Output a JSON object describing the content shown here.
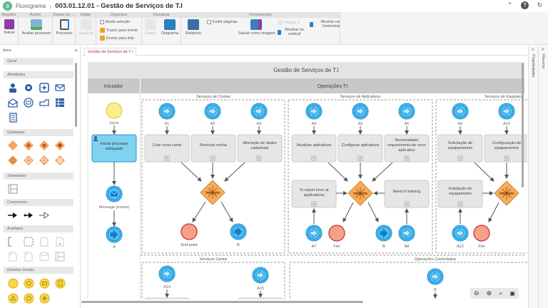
{
  "titlebar": {
    "app_name": "Fluxograma",
    "separator": "›",
    "document_title": "003.01.12.01 - Gestão de Serviços de T.I",
    "icons": [
      "collapse-up-icon",
      "help-icon",
      "refresh-icon"
    ]
  },
  "ribbon": {
    "groups": [
      {
        "label": "Registro"
      },
      {
        "label": "Ações"
      },
      {
        "label": "Dados do ..."
      },
      {
        "label": "Editar"
      },
      {
        "label": "Organizar"
      },
      {
        "label": "Visualizar"
      },
      {
        "label": "Ferramentas"
      }
    ],
    "buttons": {
      "salvar": "Salvar",
      "avaliar": "Avaliar processo",
      "processo": "Processo",
      "duplicar": "Duplicar",
      "modo_selecao": "Modo seleção",
      "trazer_frente": "Trazer para frente",
      "enviar_tras": "Enviar para trás",
      "dados": "Dados",
      "diagrama": "Diagrama",
      "relatorio": "Relatório",
      "exibir_paginas": "Exibir páginas",
      "salvar_imagem": "Salvar como imagem",
      "pagina": "Página",
      "mostrar_vertical": "Mostrar na vertical",
      "mostrar_horizontal": "Mostrar na horizontal"
    }
  },
  "left_panel": {
    "title": "Itens",
    "collapse": "«",
    "sections": {
      "geral": "Geral",
      "atividades": "Atividades",
      "gateways": "Gateways",
      "swimlanes": "Swimlanes",
      "conectores": "Conectores",
      "artefatos": "Artefatos",
      "eventos_iniciais": "Eventos iniciais"
    }
  },
  "tab": {
    "label": "Gestão de Serviços de T.I"
  },
  "right_panels": [
    {
      "label": "Propriedades",
      "collapse": "«"
    },
    {
      "label": "Resumo",
      "collapse": "«"
    }
  ],
  "diagram": {
    "pool_title": "Gestão de Serviços de T.I",
    "lanes": {
      "iniciador": "Iniciador",
      "operacoes": "Operações TI"
    },
    "groups": {
      "contas": "Serviços de Contas",
      "aplicativos": "Serviços de Aplicativos",
      "equipamentos": "Serviços de Equipam",
      "gerais": "Serviços Gerais",
      "controladas": "Operações Controladas"
    },
    "iniciador": {
      "start": "Início",
      "task": "Iniciar processo adequado",
      "message": "Message (enviar)",
      "link": "A"
    },
    "contas": {
      "links": [
        "A1",
        "A2",
        "A3"
      ],
      "tasks": [
        "Criar nova conta",
        "Reiniciar senha",
        "Alteração de dados cadastrais"
      ],
      "gateway": "Validação",
      "end": "End point",
      "out": "B"
    },
    "aplicativos": {
      "links": [
        "A4",
        "A5",
        "A6"
      ],
      "tasks": [
        "Atualizar aplicativos",
        "Configurar aplicativos",
        "Necessidade/ requerimento de novo aplicativo"
      ],
      "side_tasks": [
        "To report error at applications",
        "Need of training"
      ],
      "gateway": "Validação",
      "end": "Fim",
      "out": "B",
      "bottom_links": [
        "A7",
        "A8"
      ]
    },
    "equipamentos": {
      "links": [
        "A9",
        "A10"
      ],
      "tasks": [
        "Solicitação de equipamentos",
        "Configuração de equipamentos"
      ],
      "side_task": "Instalação de equipamento",
      "gateway": "Validação",
      "end": "Fim",
      "bottom_link": "A12"
    },
    "gerais": {
      "links": [
        "A14",
        "A15"
      ]
    },
    "controladas": {
      "link": "B"
    }
  },
  "zoom_tools": [
    "zoom-out-icon",
    "zoom-in-icon",
    "zoom-fit-icon",
    "export-icon"
  ]
}
